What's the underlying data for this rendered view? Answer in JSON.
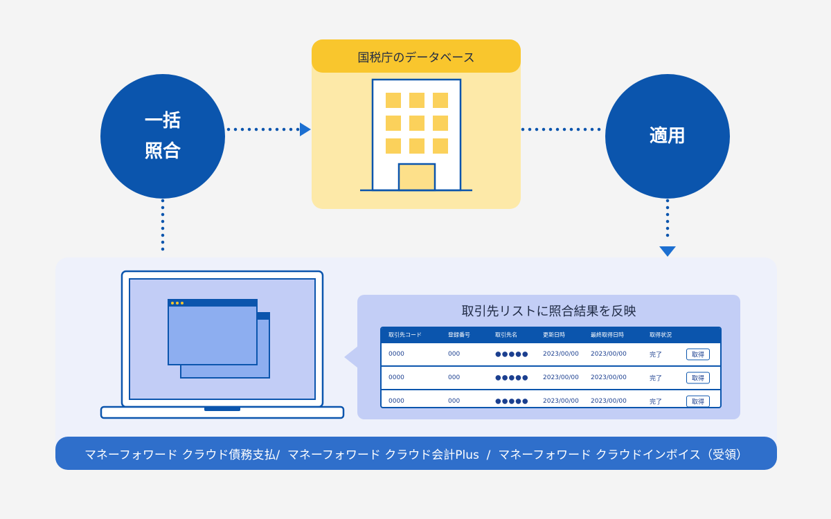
{
  "nodes": {
    "bulk_match": {
      "line1": "一括",
      "line2": "照合"
    },
    "apply": {
      "label": "適用"
    }
  },
  "database": {
    "title": "国税庁のデータベース"
  },
  "callout": {
    "title": "取引先リストに照合結果を反映"
  },
  "table": {
    "headers": [
      "取引先コード",
      "登録番号",
      "取引先名",
      "更新日時",
      "最終取得日時",
      "取得状況"
    ],
    "rows": [
      {
        "code": "0000",
        "reg": "000",
        "name": "●●●●●",
        "updated": "2023/00/00",
        "last": "2023/00/00",
        "status": "完了",
        "action": "取得"
      },
      {
        "code": "0000",
        "reg": "000",
        "name": "●●●●●",
        "updated": "2023/00/00",
        "last": "2023/00/00",
        "status": "完了",
        "action": "取得"
      },
      {
        "code": "0000",
        "reg": "000",
        "name": "●●●●●",
        "updated": "2023/00/00",
        "last": "2023/00/00",
        "status": "完了",
        "action": "取得"
      }
    ]
  },
  "footer": {
    "text": "マネーフォワード クラウド債務支払/  マネーフォワード クラウド会計Plus  /  マネーフォワード クラウドインボイス（受領）"
  },
  "colors": {
    "primary": "#0b55ad",
    "accent_yellow": "#f9c62d",
    "light_yellow": "#fde9a8",
    "panel": "#eef1fb",
    "bar": "#2f6fcb",
    "callout": "#c3cef6"
  }
}
